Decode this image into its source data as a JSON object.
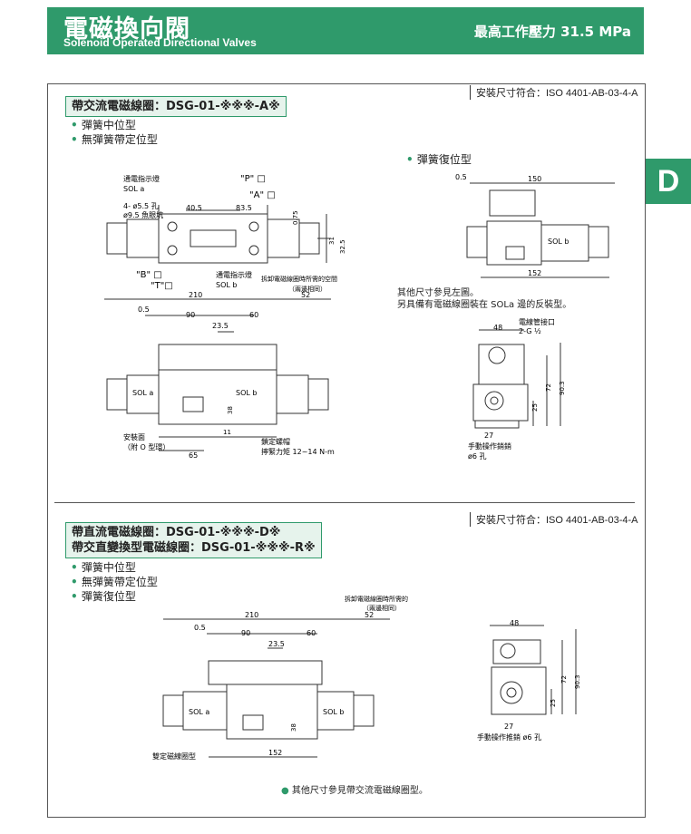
{
  "header": {
    "title_cn": "電磁換向閥",
    "title_en": "Solenoid Operated Directional Valves",
    "pressure": "最高工作壓力  31.5 MPa"
  },
  "side_tab": "D",
  "section1": {
    "standard": "安裝尺寸符合：ISO 4401-AB-03-4-A",
    "model": "帶交流電磁線圈：DSG-01-※※※-A※",
    "bullets": [
      "彈簧中位型",
      "無彈簧帶定位型"
    ],
    "right_bullet": "彈簧復位型",
    "note_line1": "其他尺寸參見左圖。",
    "note_line2": "另具備有電磁線圈裝在 SOLa 邊的反裝型。",
    "labels": {
      "indicator_a": "通電指示燈",
      "sol_a": "SOL a",
      "holes": "4- ø5.5 孔",
      "counterbore": "ø9.5 魚眼坑",
      "p_port": "\"P\" □",
      "a_port": "\"A\" □",
      "b_port": "\"B\" □",
      "t_port": "\"T\"□",
      "indicator_b": "通電指示燈",
      "sol_b": "SOL b",
      "remove_space": "拆卸電磁線圈時所需的空間",
      "both_sides": "（兩邊相同）",
      "mount_face": "安裝面",
      "with_oring": "（附 O 型環）",
      "bolt": "鎖定螺帽",
      "torque": "擰緊力矩  12~14 N-m",
      "conduit": "電線管接口",
      "conduit_size": "2-G ½",
      "manual": "手動操作銷銷",
      "manual_hole": "ø6 孔"
    },
    "dims": {
      "d405": "40.5",
      "d835": "83.5",
      "d075": "0.75",
      "d31": "31",
      "d325": "32.5",
      "d210": "210",
      "d52": "52",
      "d05": "0.5",
      "d90": "90",
      "d60": "60",
      "d235": "23.5",
      "d38": "38",
      "d11": "11",
      "d65": "65",
      "d150": "150",
      "d152": "152",
      "d48": "48",
      "d72": "72",
      "d903": "90.3",
      "d25": "25",
      "d27": "27"
    }
  },
  "section2": {
    "standard": "安裝尺寸符合：ISO 4401-AB-03-4-A",
    "model_line1": "帶直流電磁線圈：DSG-01-※※※-D※",
    "model_line2": "帶交直變換型電磁線圈：DSG-01-※※※-R※",
    "bullets": [
      "彈簧中位型",
      "無彈簧帶定位型",
      "彈簧復位型"
    ],
    "labels": {
      "remove_space": "拆卸電磁線圈時所需的空間",
      "both_sides": "（兩邊相同）",
      "sol_a": "SOL a",
      "sol_b": "SOL b",
      "coil_type": "雙定磁線圈型",
      "manual": "手動操作推銷 ø6 孔"
    },
    "footnote": "其他尺寸參見帶交流電磁線圈型。"
  },
  "colors": {
    "brand_green": "#2f9a6b",
    "model_bg": "#e6f3ec"
  }
}
